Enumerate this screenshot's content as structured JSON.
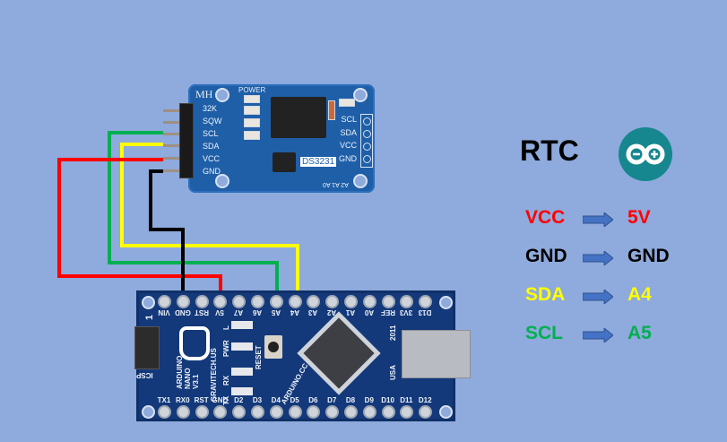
{
  "title": "RTC",
  "logo": {
    "icon": "arduino-logo-icon",
    "color": "#16878e"
  },
  "mappings": [
    {
      "from": "VCC",
      "to": "5V",
      "color": "#ff0000"
    },
    {
      "from": "GND",
      "to": "GND",
      "color": "#000000"
    },
    {
      "from": "SDA",
      "to": "A4",
      "color": "#ffff00"
    },
    {
      "from": "SCL",
      "to": "A5",
      "color": "#00b050"
    }
  ],
  "arrow_color": "#4472c4",
  "rtc_module": {
    "brand": "MH",
    "power_label": "POWER",
    "chip_label": "DS3231",
    "left_pins": [
      "32K",
      "SQW",
      "SCL",
      "SDA",
      "VCC",
      "GND"
    ],
    "right_pins": [
      "SCL",
      "SDA",
      "VCC",
      "GND"
    ],
    "address_pads": [
      "A0",
      "A1",
      "A2"
    ]
  },
  "arduino_nano": {
    "name_lines": [
      "ARDUINO",
      "NANO",
      "V3.1"
    ],
    "maker": "GRAVITECH.US",
    "site": "ARDUINO.CC",
    "reset_label": "RESET",
    "made_in": "USA",
    "year": "2011",
    "led_labels": [
      "L",
      "PWR",
      "RX",
      "TX"
    ],
    "icsp_label": "ICSP",
    "icsp_pin1": "1",
    "top_pins": [
      "VIN",
      "GND",
      "RST",
      "5V",
      "A7",
      "A6",
      "A5",
      "A4",
      "A3",
      "A2",
      "A1",
      "A0",
      "REF",
      "3V3",
      "D13"
    ],
    "bottom_pins": [
      "TX1",
      "RX0",
      "RST",
      "GND",
      "D2",
      "D3",
      "D4",
      "D5",
      "D6",
      "D7",
      "D8",
      "D9",
      "D10",
      "D11",
      "D12"
    ]
  },
  "wires": [
    {
      "name": "scl-wire",
      "color": "#00b050",
      "from": "SCL",
      "to": "A5"
    },
    {
      "name": "sda-wire",
      "color": "#ffff00",
      "from": "SDA",
      "to": "A4"
    },
    {
      "name": "vcc-wire",
      "color": "#ff0000",
      "from": "VCC",
      "to": "5V"
    },
    {
      "name": "gnd-wire",
      "color": "#000000",
      "from": "GND",
      "to": "GND"
    }
  ]
}
